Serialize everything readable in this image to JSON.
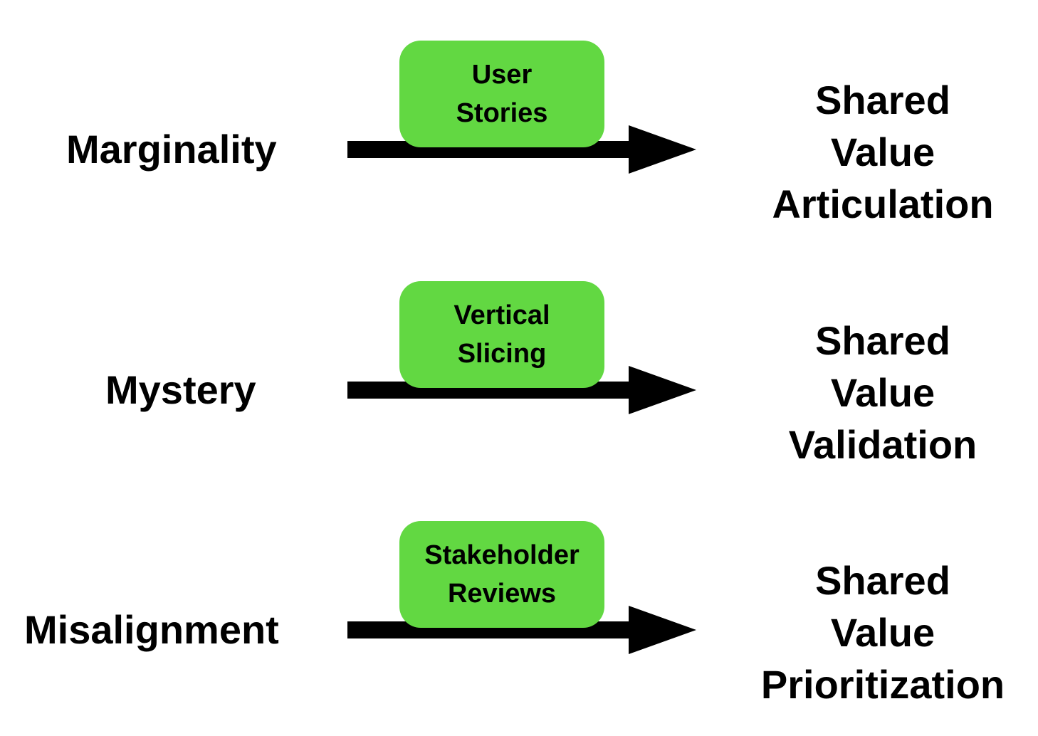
{
  "rows": [
    {
      "problem": "Marginality",
      "practice": "User\nStories",
      "outcome": [
        "Shared",
        "Value",
        "Articulation"
      ]
    },
    {
      "problem": "Mystery",
      "practice": "Vertical\nSlicing",
      "outcome": [
        "Shared",
        "Value",
        "Validation"
      ]
    },
    {
      "problem": "Misalignment",
      "practice": "Stakeholder\nReviews",
      "outcome": [
        "Shared",
        "Value",
        "Prioritization"
      ]
    }
  ],
  "colors": {
    "practice_fill": "#62d842",
    "arrow": "#000000",
    "text": "#000000",
    "background": "#ffffff"
  }
}
